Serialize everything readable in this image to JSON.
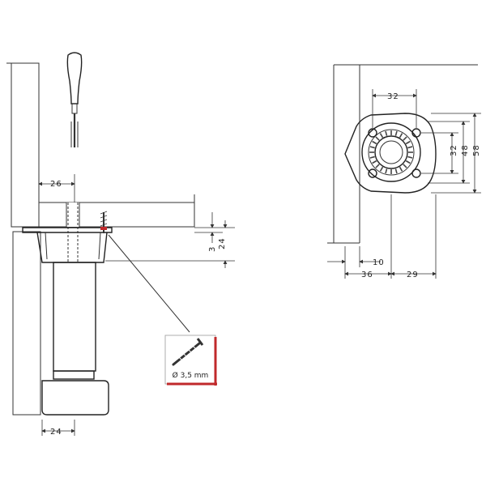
{
  "side_view": {
    "dim_cabinet_offset": "26",
    "dim_plate_thickness": "3",
    "dim_collar_height": "24",
    "dim_leg_width": "24",
    "screw_label": "Ø 3,5 mm"
  },
  "top_view": {
    "dim_hole_spacing_width": "32",
    "dim_hole_spacing_height": "32",
    "dim_plate_height_inner": "48",
    "dim_plate_height_outer": "58",
    "dim_edge_offset": "10",
    "dim_center_offset": "36",
    "dim_half_width": "29"
  },
  "colors": {
    "line": "#333333",
    "accent_red": "#c0292b"
  }
}
